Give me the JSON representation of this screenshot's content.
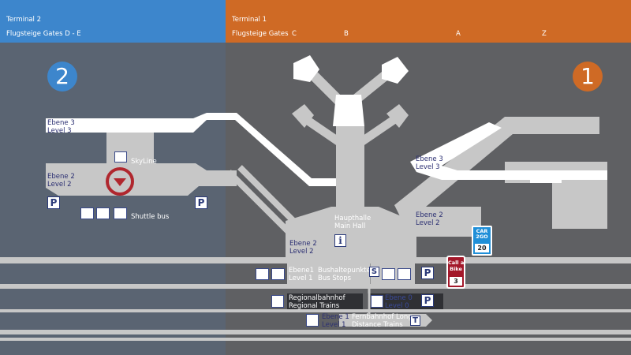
{
  "header": {
    "terminal2": {
      "title": "Terminal 2",
      "gates": "Flugsteige Gates D - E"
    },
    "terminal1": {
      "title": "Terminal 1",
      "gates_label": "Flugsteige Gates",
      "gate_letters": [
        "C",
        "B",
        "A",
        "Z"
      ]
    }
  },
  "badges": {
    "t2": "2",
    "t1": "1"
  },
  "t2": {
    "level3": "Ebene 3\nLevel 3",
    "level2": "Ebene 2\nLevel 2",
    "skyline": "SkyLine",
    "shuttle": "Shuttle bus",
    "parking_symbol": "P"
  },
  "t1": {
    "level3": "Ebene 3\nLevel 3",
    "level2_right": "Ebene 2\nLevel 2",
    "level2_left": "Ebene 2\nLevel 2",
    "main_hall": "Haupthalle\nMain Hall",
    "info_symbol": "i"
  },
  "ground": {
    "bus_level": "Ebene1\nLevel 1",
    "bus_stops": "Bushaltepunkte\nBus Stops",
    "s_symbol": "S",
    "parking_symbol": "P",
    "regional": "Regionalbahnhof\nRegional Trains",
    "level0": "Ebene 0\nLevel 0",
    "distance_level": "Ebene 1\nLevel 1",
    "distance": "Fernbahnhof Long\nDistance Trains",
    "t_symbol": "T"
  },
  "callabike": {
    "label": "Call a\nBike",
    "number": "3"
  },
  "car2go": {
    "label": "CAR\n2GO",
    "number": "20"
  },
  "colors": {
    "t2_blue": "#3d86cc",
    "t1_orange": "#cf6a25",
    "t2_bg": "#5a6472",
    "t1_bg": "#5f6063",
    "building": "#c7c7c7",
    "upper_level": "#ffffff",
    "callabike_red": "#a3182a",
    "car2go_blue": "#1f8fd8",
    "marker_red": "#b0272e"
  }
}
